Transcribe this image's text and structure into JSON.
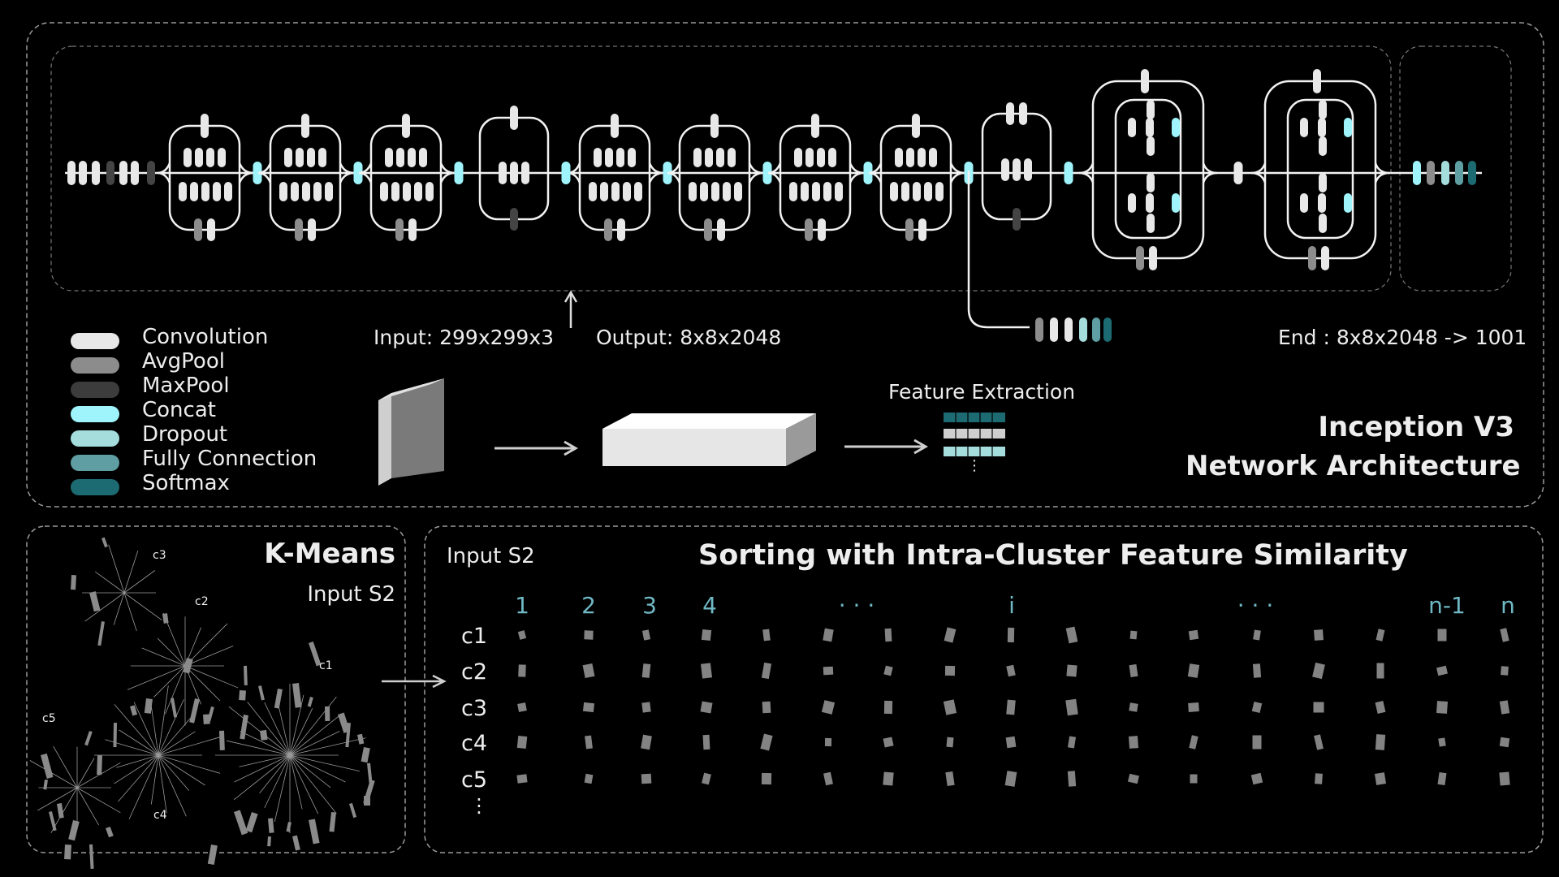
{
  "top_panel": {
    "title_line1": "Inception V3",
    "title_line2": "Network Architecture",
    "input_label": "Input: 299x299x3",
    "output_label": "Output: 8x8x2048",
    "end_label": "End : 8x8x2048 -> 1001",
    "feature_extraction_label": "Feature Extraction",
    "vertical_ellipsis": "⋮"
  },
  "legend": [
    {
      "label": "Convolution",
      "color": "#e8e8e8"
    },
    {
      "label": "AvgPool",
      "color": "#8c8c8c"
    },
    {
      "label": "MaxPool",
      "color": "#3c3c3c"
    },
    {
      "label": "Concat",
      "color": "#9ff4fb"
    },
    {
      "label": "Dropout",
      "color": "#a5dcdc"
    },
    {
      "label": "Fully Connection",
      "color": "#5f9ea2"
    },
    {
      "label": "Softmax",
      "color": "#1d6b72"
    }
  ],
  "kmeans_panel": {
    "title": "K-Means",
    "subtitle": "Input S2",
    "cluster_labels": [
      "c3",
      "c2",
      "c1",
      "c5",
      "c4"
    ]
  },
  "sorting_panel": {
    "title": "Sorting with Intra-Cluster Feature Similarity",
    "input_label": "Input S2",
    "column_headers": [
      "1",
      "2",
      "3",
      "4",
      "· · ·",
      "i",
      "· · ·",
      "n-1",
      "n"
    ],
    "row_labels": [
      "c1",
      "c2",
      "c3",
      "c4",
      "c5"
    ],
    "row_ellipsis": "⋮"
  },
  "colors": {
    "accent_teal": "#6fb8c4",
    "panel_border": "#9a9a9a",
    "line_white": "#f2f2f2"
  }
}
